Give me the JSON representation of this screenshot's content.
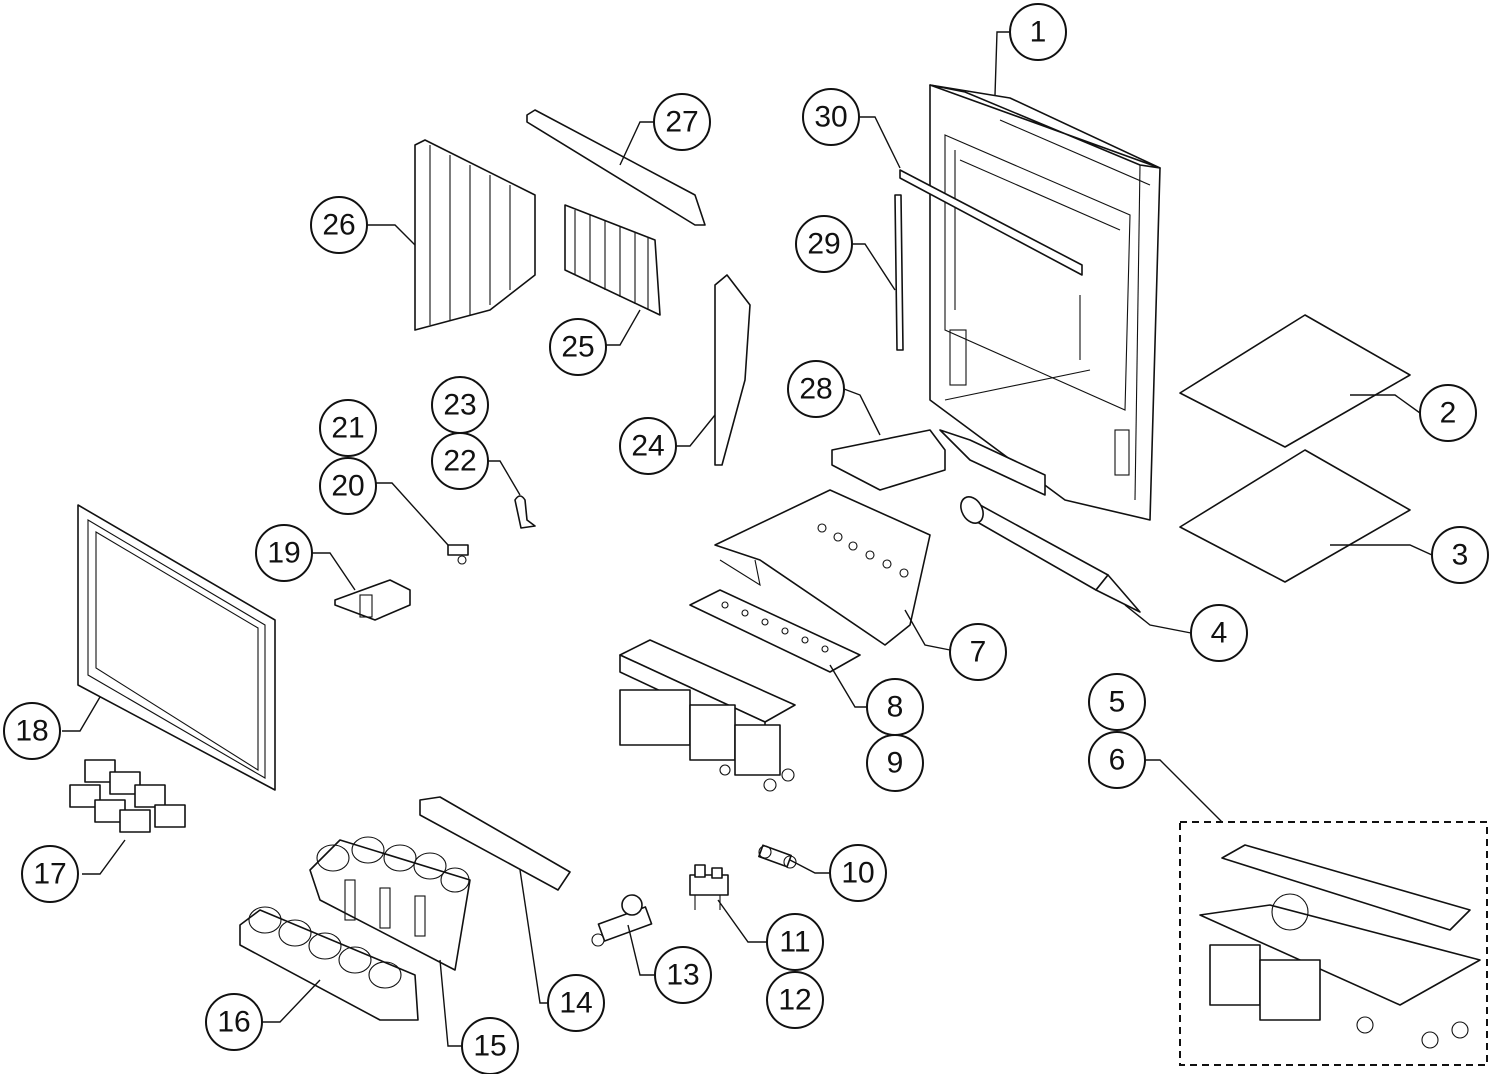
{
  "diagram": {
    "type": "exploded-parts-diagram",
    "callouts": [
      {
        "id": "c1",
        "label": "1"
      },
      {
        "id": "c2",
        "label": "2"
      },
      {
        "id": "c3",
        "label": "3"
      },
      {
        "id": "c4",
        "label": "4"
      },
      {
        "id": "c5",
        "label": "5"
      },
      {
        "id": "c6",
        "label": "6"
      },
      {
        "id": "c7",
        "label": "7"
      },
      {
        "id": "c8",
        "label": "8"
      },
      {
        "id": "c9",
        "label": "9"
      },
      {
        "id": "c10",
        "label": "10"
      },
      {
        "id": "c11",
        "label": "11"
      },
      {
        "id": "c12",
        "label": "12"
      },
      {
        "id": "c13",
        "label": "13"
      },
      {
        "id": "c14",
        "label": "14"
      },
      {
        "id": "c15",
        "label": "15"
      },
      {
        "id": "c16",
        "label": "16"
      },
      {
        "id": "c17",
        "label": "17"
      },
      {
        "id": "c18",
        "label": "18"
      },
      {
        "id": "c19",
        "label": "19"
      },
      {
        "id": "c20",
        "label": "20"
      },
      {
        "id": "c21",
        "label": "21"
      },
      {
        "id": "c22",
        "label": "22"
      },
      {
        "id": "c23",
        "label": "23"
      },
      {
        "id": "c24",
        "label": "24"
      },
      {
        "id": "c25",
        "label": "25"
      },
      {
        "id": "c26",
        "label": "26"
      },
      {
        "id": "c27",
        "label": "27"
      },
      {
        "id": "c28",
        "label": "28"
      },
      {
        "id": "c29",
        "label": "29"
      },
      {
        "id": "c30",
        "label": "30"
      }
    ]
  }
}
